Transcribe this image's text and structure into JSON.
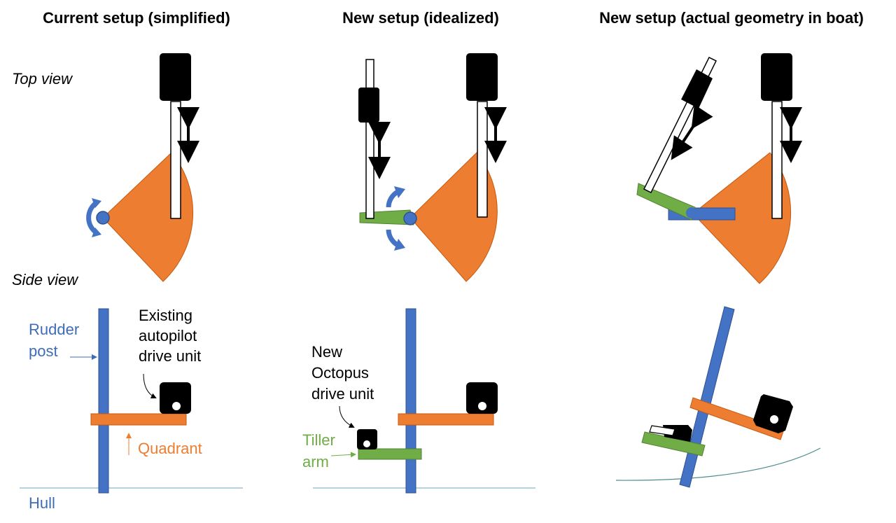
{
  "headers": {
    "current": "Current setup (simplified)",
    "idealized": "New setup (idealized)",
    "actual": "New setup (actual geometry in boat)"
  },
  "views": {
    "top": "Top view",
    "side": "Side view"
  },
  "labels": {
    "rudder_post": [
      "Rudder",
      "post"
    ],
    "existing_drive": [
      "Existing",
      "autopilot",
      "drive unit"
    ],
    "quadrant": "Quadrant",
    "hull": "Hull",
    "new_drive": [
      "New",
      "Octopus",
      "drive unit"
    ],
    "tiller_arm": [
      "Tiller",
      "arm"
    ]
  },
  "colors": {
    "rudder_blue": "#4472C4",
    "quadrant_orange": "#ED7D31",
    "tiller_green": "#70AD47",
    "label_blue": "#3E6DB5",
    "hull_line": "#9DC3D7",
    "hull_curve": "#4E8C8C"
  }
}
